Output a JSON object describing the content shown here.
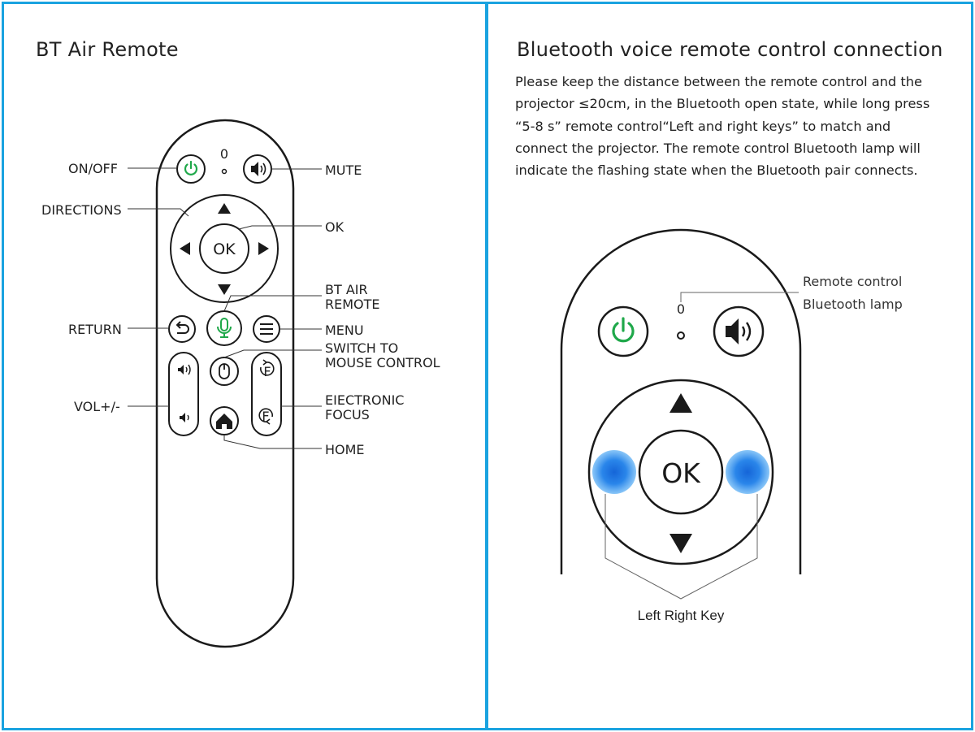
{
  "left_panel": {
    "title": "BT Air Remote",
    "labels": {
      "on_off": "ON/OFF",
      "directions": "DIRECTIONS",
      "return": "RETURN",
      "vol": "VOL+/-",
      "mute": "MUTE",
      "ok": "OK",
      "bt_air_remote_line1": "BT AIR",
      "bt_air_remote_line2": "REMOTE",
      "menu": "MENU",
      "switch_line1": "SWITCH TO",
      "switch_line2": "MOUSE CONTROL",
      "focus_line1": "EIECTRONIC",
      "focus_line2": "FOCUS",
      "home": "HOME"
    },
    "remote": {
      "ok_label": "OK",
      "lamp_glyph": "0",
      "focus_glyph": "F"
    }
  },
  "right_panel": {
    "title": "Bluetooth voice remote control connection",
    "paragraph_lines": [
      "Please keep the distance between the remote control and the",
      "projector ≤20cm, in the Bluetooth open state, while long press",
      "“5-8 s” remote control“Left and right keys” to match and",
      "connect the projector. The remote control Bluetooth lamp will",
      "indicate the flashing state when the Bluetooth pair connects."
    ],
    "lamp_label_line1": "Remote control",
    "lamp_label_line2": "Bluetooth lamp",
    "key_label": "Left Right Key",
    "ok_label": "OK",
    "lamp_glyph": "0"
  },
  "colors": {
    "border": "#1aa3e0",
    "power_green": "#1fa84a",
    "highlight_blue": "#1e7fe0"
  }
}
